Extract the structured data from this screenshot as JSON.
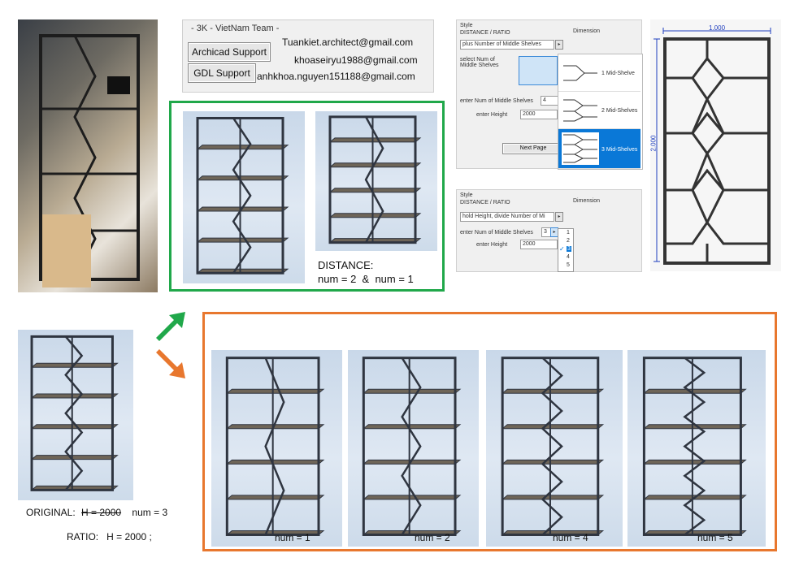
{
  "team": {
    "title": "- 3K - VietNam Team -",
    "buttons": [
      "Archicad Support",
      "GDL Support"
    ],
    "emails": [
      "Tuankiet.architect@gmail.com",
      "khoaseiryu1988@gmail.com",
      "anhkhoa.nguyen151188@gmail.com"
    ]
  },
  "panel_top": {
    "style_label": "Style",
    "style_sub": "DISTANCE / RATIO",
    "dimension_label": "Dimension",
    "dropdown_value": "plus Number of Middle Shelves",
    "select_label": "select Num of Middle Shelves",
    "enter_num_label": "enter Num of Middle Shelves",
    "enter_num_value": "4",
    "enter_height_label": "enter Height",
    "enter_height_value": "2000",
    "next_page": "Next Page",
    "options": [
      "1 Mid-Shelve",
      "2 Mid-Shelves",
      "3 Mid-Shelves"
    ],
    "selected_option": 2
  },
  "panel_bottom": {
    "style_label": "Style",
    "style_sub": "DISTANCE / RATIO",
    "dimension_label": "Dimension",
    "dropdown_value": "hold Height, divide Number of Mi",
    "enter_num_label": "enter Num of Middle Shelves",
    "enter_num_value": "3",
    "enter_height_label": "enter Height",
    "enter_height_value": "2000",
    "list": [
      "1",
      "2",
      "3",
      "4",
      "5"
    ],
    "selected": "3"
  },
  "drawing": {
    "width_label": "1.000",
    "height_label": "2.000"
  },
  "green_caption": {
    "line1": "DISTANCE:",
    "line2": "num = 2  &  num = 1"
  },
  "original_caption": {
    "prefix": "ORIGINAL:",
    "struck": "H = 2000",
    "suffix": "num = 3",
    "ratio_line": "RATIO:   H = 2000 ;"
  },
  "renders": [
    "num = 1",
    "num = 2",
    "num = 4",
    "num = 5"
  ],
  "colors": {
    "green": "#20a84a",
    "orange": "#e8772e",
    "selected_blue": "#0a78d7",
    "frame": "#2f3540",
    "wood": "#6e6558"
  }
}
